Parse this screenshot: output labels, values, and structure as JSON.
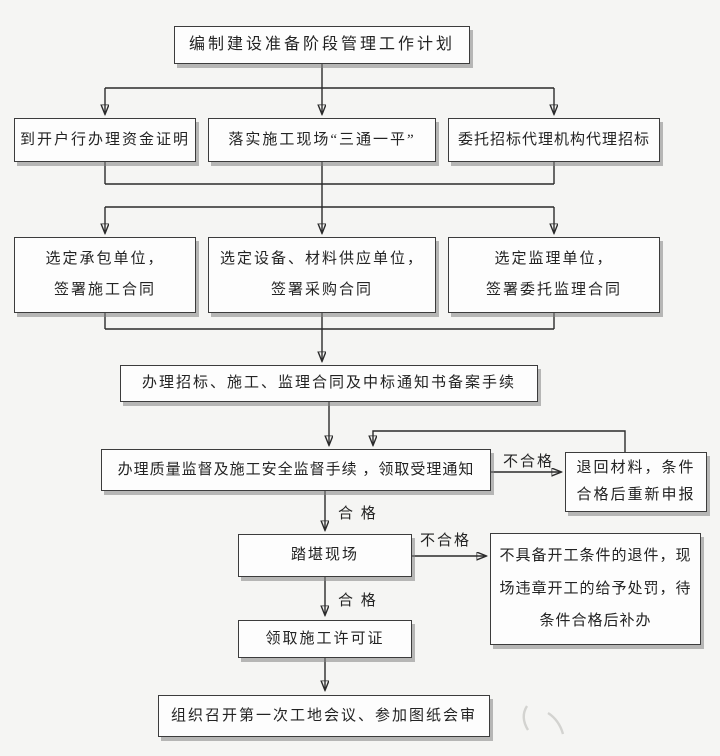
{
  "diagram": {
    "nodes": {
      "plan": {
        "text": "编制建设准备阶段管理工作计划"
      },
      "fund_cert": {
        "text": "到开户行办理资金证明"
      },
      "site_prep": {
        "text": "落实施工现场“三通一平”"
      },
      "bid_agency": {
        "text": "委托招标代理机构代理招标"
      },
      "select_contractor": {
        "line1": "选定承包单位，",
        "line2": "签署施工合同"
      },
      "select_supplier": {
        "line1": "选定设备、材料供应单位，",
        "line2": "签署采购合同"
      },
      "select_supervisor": {
        "line1": "选定监理单位，",
        "line2": "签署委托监理合同"
      },
      "filing": {
        "text": "办理招标、施工、监理合同及中标通知书备案手续"
      },
      "quality_supervision": {
        "text": "办理质量监督及施工安全监督手续 ，领取受理通知"
      },
      "return_materials": {
        "line1": "退回材料，条件",
        "line2": "合格后重新申报"
      },
      "site_survey": {
        "text": "踏堪现场"
      },
      "reject_punish": {
        "line1": "不具备开工条件的退件，现",
        "line2": "场违章开工的给予处罚，待",
        "line3": "条件合格后补办"
      },
      "construction_permit": {
        "text": "领取施工许可证"
      },
      "first_meeting": {
        "text": "组织召开第一次工地会议、参加图纸会审"
      }
    },
    "edge_labels": {
      "unqualified_1": "不合格",
      "qualified_1": "合 格",
      "unqualified_2": "不合格",
      "qualified_2": "合 格"
    },
    "colors": {
      "background": "#f5f5f3",
      "box_fill": "#fdfdfd",
      "box_border": "#3c3c3c",
      "line": "#2b2b2b",
      "shadow": "#828282"
    }
  }
}
